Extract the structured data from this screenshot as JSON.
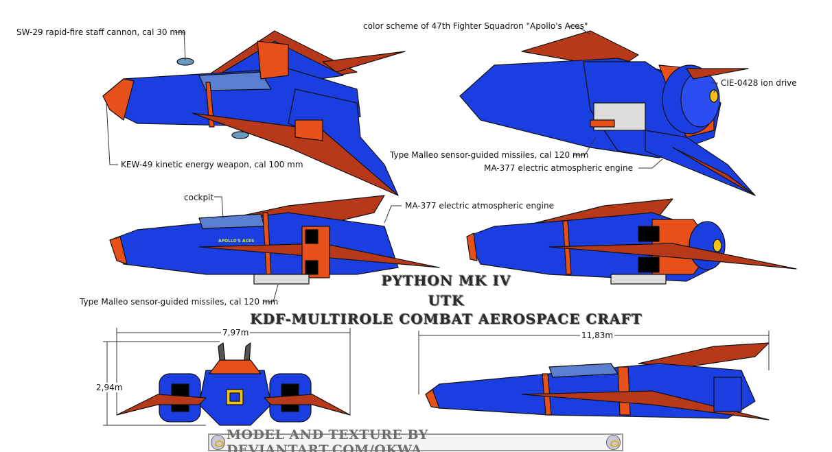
{
  "title": {
    "line1": "PYTHON MK IV",
    "line2": "UTK",
    "line3": "KDF-MULTIROLE COMBAT AEROSPACE CRAFT"
  },
  "callouts": {
    "cannon": "SW-29 rapid-fire staff cannon, cal 30 mm",
    "kinetic": "KEW-49 kinetic energy weapon, cal 100 mm",
    "color_scheme": "color scheme of 47th Fighter Squadron \"Apollo's Aces\"",
    "ion_drive": "CIE-0428 ion drive",
    "missiles_top": "Type Malleo sensor-guided missiles, cal 120 mm",
    "engine_top": "MA-377 electric atmospheric engine",
    "cockpit": "cockpit",
    "engine_side": "MA-377 electric atmospheric engine",
    "missiles_side": "Type Malleo sensor-guided missiles, cal 120 mm"
  },
  "dimensions": {
    "width": "7,97m",
    "height": "2,94m",
    "length": "11,83m"
  },
  "hull_marking": "APOLLO'S ACES",
  "footer": "MODEL AND TEXTURE BY DEVIANTART.COM/OKWA",
  "colors": {
    "hull": "#1a3ee0",
    "stripe": "#e8501a",
    "wing": "#b8381a",
    "engine": "#f2c21a"
  }
}
